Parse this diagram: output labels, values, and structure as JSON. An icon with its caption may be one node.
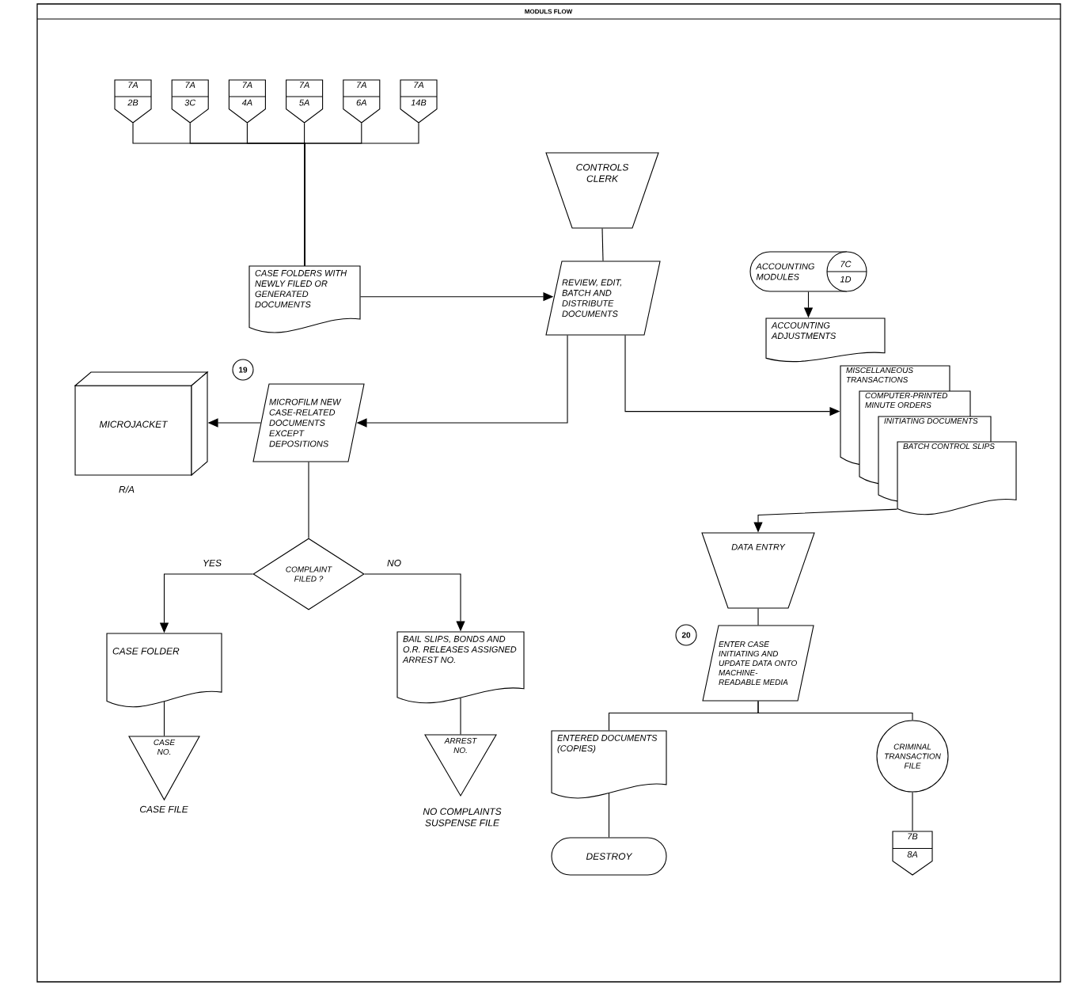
{
  "diagram": {
    "title": "MODULS FLOW",
    "nodes": [
      {
        "text": [
          "7A",
          "2B"
        ]
      },
      {
        "text": [
          "7A",
          "3C"
        ]
      },
      {
        "text": [
          "7A",
          "4A"
        ]
      },
      {
        "text": [
          "7A",
          "5A"
        ]
      },
      {
        "text": [
          "7A",
          "6A"
        ]
      },
      {
        "text": [
          "7A",
          "14B"
        ]
      },
      {
        "text": [
          "CASE FOLDERS WITH NEWLY FILED OR GENERATED DOCUMENTS"
        ]
      },
      {
        "text": [
          "CONTROLS CLERK"
        ]
      },
      {
        "text": [
          "REVIEW, EDIT, BATCH AND DISTRIBUTE DOCUMENTS"
        ]
      },
      {
        "text": [
          "ACCOUNTING MODULES",
          "7C",
          "1D"
        ]
      },
      {
        "text": [
          "ACCOUNTING ADJUSTMENTS"
        ]
      },
      {
        "text": [
          "MISCELLANEOUS TRANSACTIONS"
        ]
      },
      {
        "text": [
          "COMPUTER-PRINTED MINUTE ORDERS"
        ]
      },
      {
        "text": [
          "INITIATING DOCUMENTS"
        ]
      },
      {
        "text": [
          "BATCH CONTROL SLIPS"
        ]
      },
      {
        "text": [
          "MICROJACKET"
        ],
        "beside": [
          "R/A"
        ]
      },
      {
        "text": [
          "19"
        ]
      },
      {
        "text": [
          "MICROFILM NEW CASE-RELATED DOCUMENTS EXCEPT DEPOSITIONS"
        ]
      },
      {
        "text": [
          "COMPLAINT FILED ?"
        ]
      },
      {
        "text": [
          "CASE FOLDER"
        ]
      },
      {
        "text": [
          "BAIL SLIPS, BONDS AND O.R. RELEASES ASSIGNED ARREST NO."
        ]
      },
      {
        "text": [
          "CASE NO."
        ],
        "beside": [
          "CASE FILE"
        ]
      },
      {
        "text": [
          "ARREST NO."
        ],
        "beside": [
          "NO COMPLAINTS SUSPENSE FILE"
        ]
      },
      {
        "text": [
          "DATA ENTRY"
        ]
      },
      {
        "text": [
          "20"
        ]
      },
      {
        "text": [
          "ENTER CASE INITIATING AND UPDATE DATA ONTO MACHINE-READABLE MEDIA"
        ]
      },
      {
        "text": [
          "ENTERED DOCUMENTS (COPIES)"
        ]
      },
      {
        "text": [
          "DESTROY"
        ]
      },
      {
        "text": [
          "CRIMINAL TRANSACTION FILE"
        ]
      },
      {
        "text": [
          "7B",
          "8A"
        ]
      }
    ],
    "edges": [
      {
        "from": 0,
        "to": 6,
        "arrow": "none"
      },
      {
        "from": 1,
        "to": 6,
        "arrow": "none"
      },
      {
        "from": 2,
        "to": 6,
        "arrow": "none"
      },
      {
        "from": 3,
        "to": 6,
        "arrow": "none"
      },
      {
        "from": 4,
        "to": 6,
        "arrow": "none"
      },
      {
        "from": 5,
        "to": 6,
        "arrow": "none"
      },
      {
        "from": 6,
        "to": 8,
        "arrow": "to"
      },
      {
        "from": 7,
        "to": 8,
        "arrow": "none"
      },
      {
        "from": 8,
        "to": 17,
        "arrow": "to"
      },
      {
        "from": 8,
        "to": 11,
        "arrow": "to"
      },
      {
        "from": 9,
        "to": 10,
        "arrow": "to"
      },
      {
        "from": 17,
        "to": 15,
        "arrow": "to"
      },
      {
        "from": 17,
        "to": 18,
        "arrow": "none"
      },
      {
        "from": 18,
        "to": 19,
        "arrow": "to",
        "label": "YES"
      },
      {
        "from": 18,
        "to": 20,
        "arrow": "to",
        "label": "NO"
      },
      {
        "from": 19,
        "to": 21,
        "arrow": "none"
      },
      {
        "from": 20,
        "to": 22,
        "arrow": "none"
      },
      {
        "from": 14,
        "to": 23,
        "arrow": "to"
      },
      {
        "from": 23,
        "to": 25,
        "arrow": "none"
      },
      {
        "from": 25,
        "to": 26,
        "arrow": "none"
      },
      {
        "from": 25,
        "to": 28,
        "arrow": "none"
      },
      {
        "from": 26,
        "to": 27,
        "arrow": "none"
      },
      {
        "from": 28,
        "to": 29,
        "arrow": "none"
      }
    ]
  }
}
